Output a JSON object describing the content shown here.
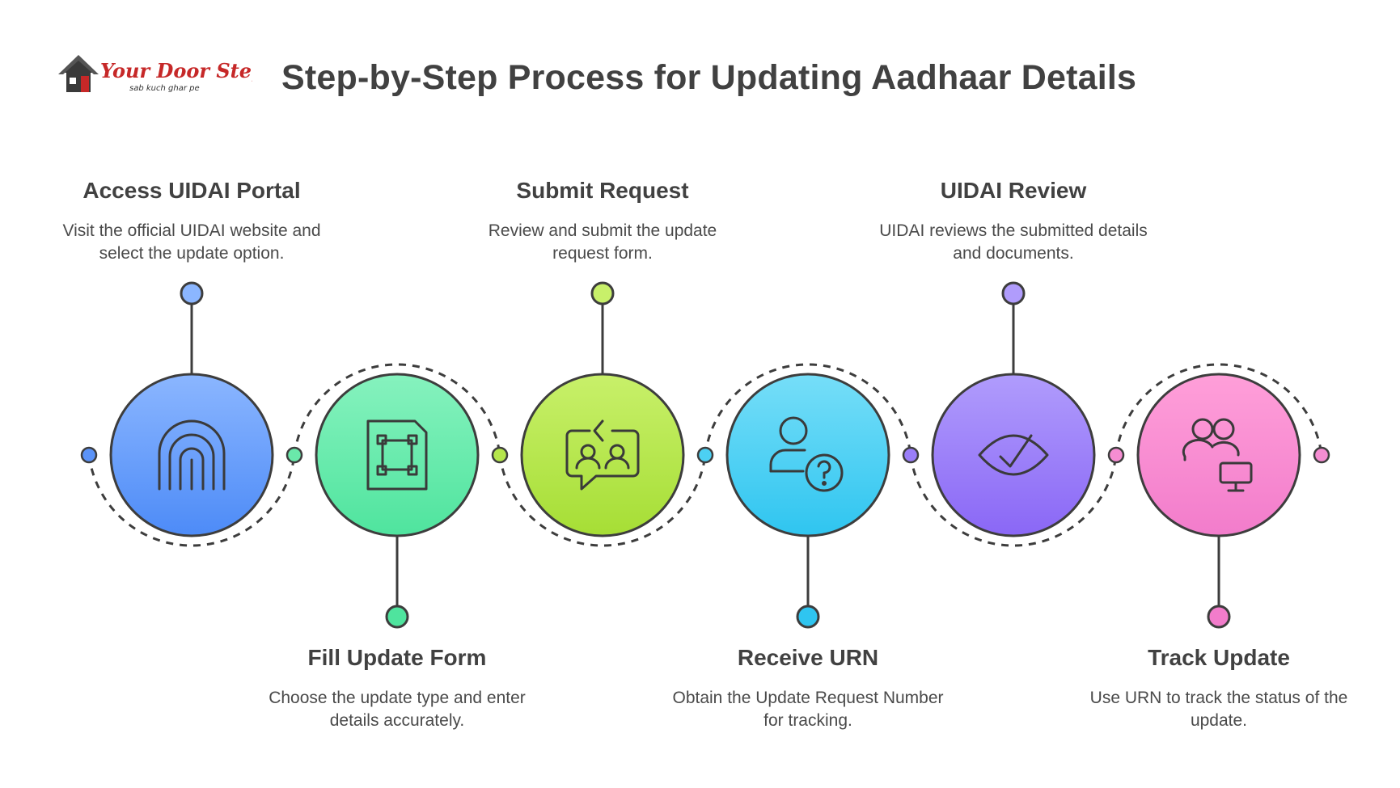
{
  "header": {
    "title": "Step-by-Step Process for Updating Aadhaar Details",
    "logo_name": "Your Door Step",
    "logo_tagline": "sab kuch ghar pe"
  },
  "steps": [
    {
      "title": "Access UIDAI Portal",
      "description": "Visit the official UIDAI website and select the update option.",
      "icon": "fingerprint-icon",
      "color_top": "#8bb6ff",
      "color_bottom": "#4d8bf7"
    },
    {
      "title": "Fill Update Form",
      "description": "Choose the update type and enter details accurately.",
      "icon": "form-frame-icon",
      "color_top": "#86f2be",
      "color_bottom": "#4fe49e"
    },
    {
      "title": "Submit Request",
      "description": "Review and submit the update request form.",
      "icon": "chat-exchange-icon",
      "color_top": "#c8f06a",
      "color_bottom": "#a6de35"
    },
    {
      "title": "Receive URN",
      "description": "Obtain the Update Request Number for tracking.",
      "icon": "user-question-icon",
      "color_top": "#76def8",
      "color_bottom": "#2fc5f0"
    },
    {
      "title": "UIDAI Review",
      "description": "UIDAI reviews the submitted details and documents.",
      "icon": "eye-check-icon",
      "color_top": "#b09cfc",
      "color_bottom": "#8a67f6"
    },
    {
      "title": "Track Update",
      "description": "Use URN to track the status of the update.",
      "icon": "users-monitor-icon",
      "color_top": "#ff9fd9",
      "color_bottom": "#f27ccb"
    }
  ]
}
